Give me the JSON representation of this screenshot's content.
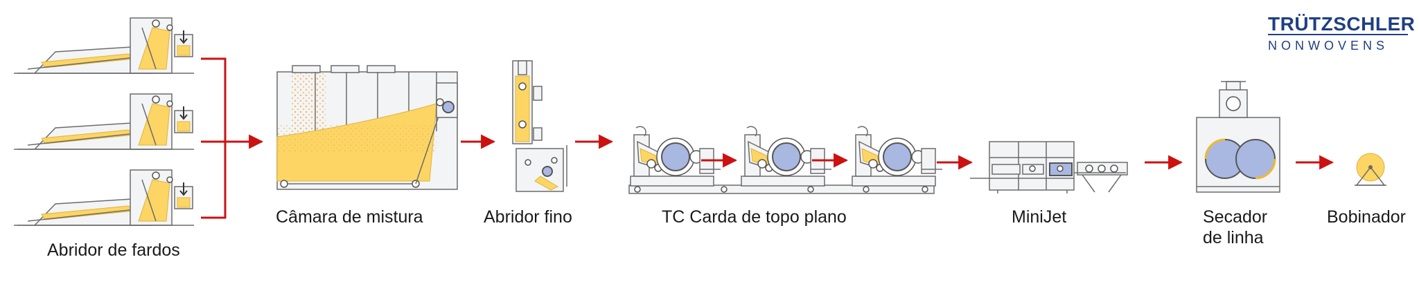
{
  "brand": {
    "name": "TRÜTZSCHLER",
    "division": "NONWOVENS",
    "color": "#1f3f84"
  },
  "colors": {
    "fiber": "#fcd565",
    "drum": "#a9b8e1",
    "flow_arrow": "#cc1111",
    "machine_line": "#6b6b6b"
  },
  "stages": {
    "bale_opener": "Abridor de fardos",
    "mixing_chamber": "Câmara de mistura",
    "fine_opener": "Abridor fino",
    "carding": "TC Carda de topo plano",
    "minijet": "MiniJet",
    "dryer_line1": "Secador",
    "dryer_line2": "de linha",
    "winder": "Bobinador"
  }
}
